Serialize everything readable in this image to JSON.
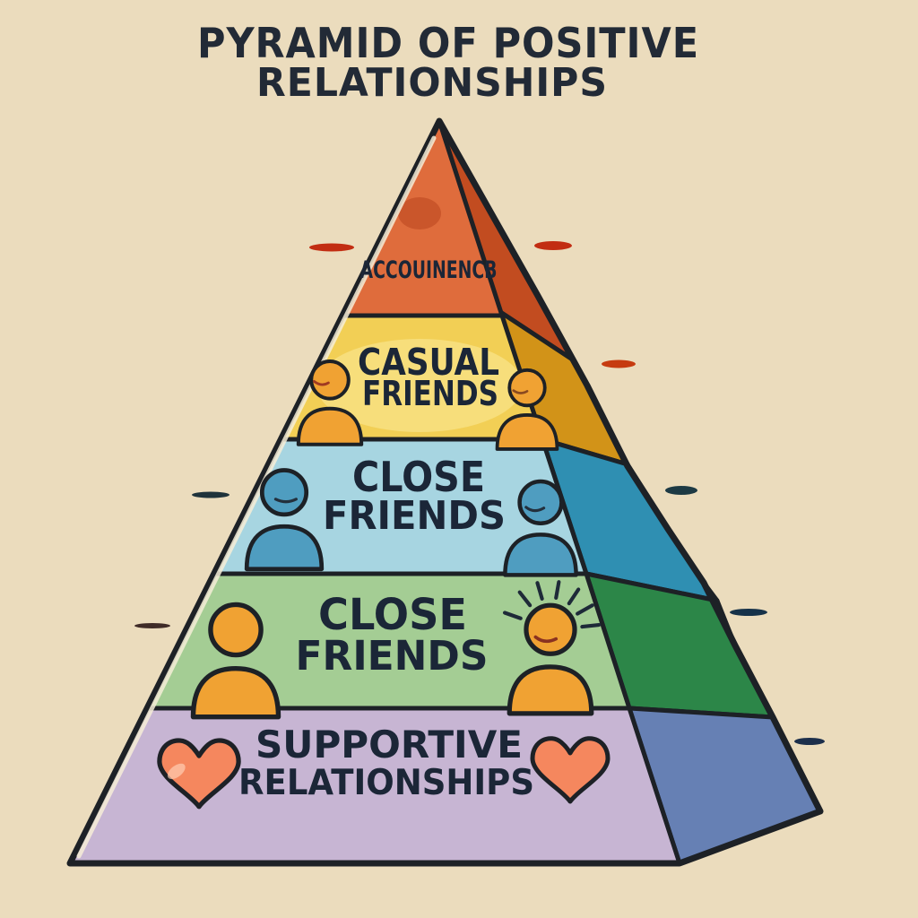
{
  "page": {
    "background_color": "#ebdcbd"
  },
  "title": {
    "lines": [
      "PYRAMID OF POSITIVE",
      "RELATIONSHIPS"
    ],
    "color": "#222a36"
  },
  "pyramid": {
    "outline_color": "#1d2126",
    "edge_highlight_color": "#f6eed8",
    "label_color": "#1b2637",
    "tiers": [
      {
        "name": "acquaintance",
        "label_lines": [
          "ACCOUINENCB"
        ],
        "front_color": "#df6c3c",
        "side_color": "#c24c20",
        "icons": []
      },
      {
        "name": "casual-friends",
        "label_lines": [
          "CASUAL",
          "FRIENDS"
        ],
        "front_color": "#f2cf55",
        "side_color": "#d29318",
        "icons": [
          "person-icon",
          "person-icon"
        ],
        "icon_color": "#f0a233"
      },
      {
        "name": "close-friends-upper",
        "label_lines": [
          "CLOSE",
          "FRIENDS"
        ],
        "front_color": "#a7d5e1",
        "side_color": "#2f8fb2",
        "icons": [
          "person-icon",
          "person-icon"
        ],
        "icon_color": "#4f9dc0"
      },
      {
        "name": "close-friends-lower",
        "label_lines": [
          "CLOSE",
          "FRIENDS"
        ],
        "front_color": "#a4cd94",
        "side_color": "#2c8648",
        "icons": [
          "person-icon",
          "person-shining-icon"
        ],
        "icon_color": "#f0a233"
      },
      {
        "name": "supportive-relationships",
        "label_lines": [
          "SUPPORTIVE",
          "RELATIONSHIPS"
        ],
        "front_color": "#c7b5d3",
        "side_color": "#6680b4",
        "icons": [
          "heart-icon",
          "heart-icon"
        ],
        "icon_color": "#f5875e"
      }
    ]
  },
  "dashes": [
    {
      "name": "dash-top-left",
      "color": "#c22d12"
    },
    {
      "name": "dash-top-right",
      "color": "#c22d12"
    },
    {
      "name": "dash-casual-right",
      "color": "#c63b10"
    },
    {
      "name": "dash-close-left",
      "color": "#1f333b"
    },
    {
      "name": "dash-close-right",
      "color": "#1d3a44"
    },
    {
      "name": "dash-green-left",
      "color": "#3f2b27"
    },
    {
      "name": "dash-green-right",
      "color": "#163249"
    },
    {
      "name": "dash-supportive-right",
      "color": "#1c2f4b"
    }
  ]
}
